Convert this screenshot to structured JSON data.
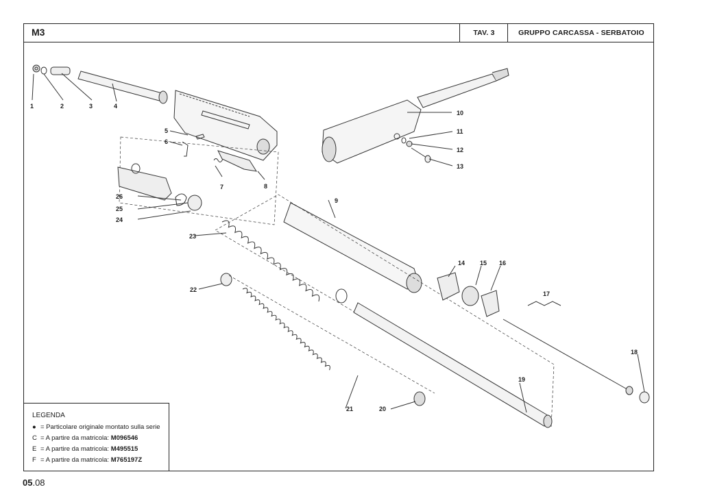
{
  "header": {
    "model": "M3",
    "tav": "TAV. 3",
    "group_title": "GRUPPO CARCASSA - SERBATOIO"
  },
  "callouts": [
    "1",
    "2",
    "3",
    "4",
    "5",
    "6",
    "7",
    "8",
    "9",
    "10",
    "11",
    "12",
    "13",
    "14",
    "15",
    "16",
    "17",
    "18",
    "19",
    "20",
    "21",
    "22",
    "23",
    "24",
    "25",
    "26"
  ],
  "legend": {
    "title": "LEGENDA",
    "rows": [
      {
        "key": "●",
        "text": "= Particolare originale montato sulla serie",
        "code": ""
      },
      {
        "key": "C",
        "text": "= A partire da matricola: ",
        "code": "M096546"
      },
      {
        "key": "E",
        "text": "= A partire da matricola: ",
        "code": "M495515"
      },
      {
        "key": "F",
        "text": "= A partire da matricola: ",
        "code": "M765197Z"
      }
    ]
  },
  "footer": {
    "page_major": "05",
    "page_minor": ".08"
  }
}
